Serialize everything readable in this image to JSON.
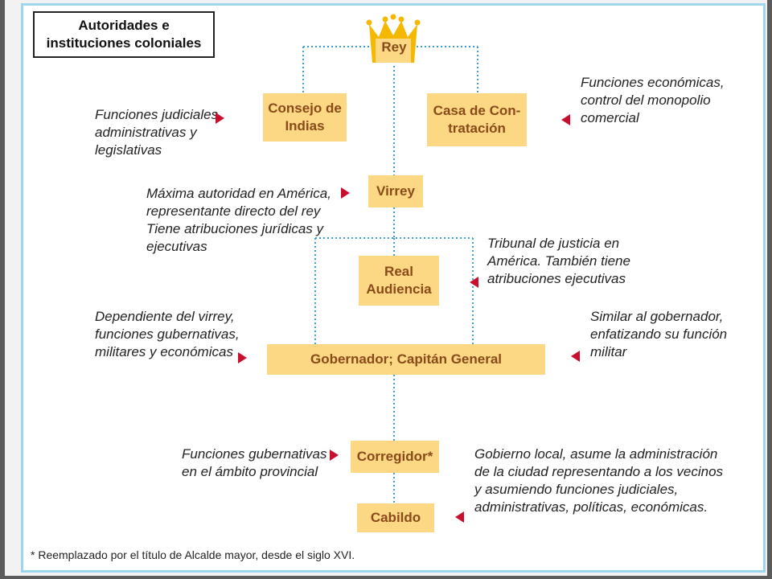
{
  "title": "Autoridades e instituciones coloniales",
  "nodes": {
    "rey": "Rey",
    "consejo": "Consejo de Indias",
    "casa": "Casa de Con-\ntratación",
    "virrey": "Virrey",
    "audiencia": "Real Audiencia",
    "gobernador": "Gobernador; Capitán General",
    "corregidor": "Corregidor*",
    "cabildo": "Cabildo"
  },
  "descriptions": {
    "consejo": "Funciones judiciales,\nadministrativas y\nlegislativas",
    "casa": "Funciones económicas,\ncontrol del monopolio\ncomercial",
    "virrey": "Máxima autoridad en América,\nrepresentante directo del rey\nTiene atribuciones jurídicas y\nejecutivas",
    "audiencia": "Tribunal de justicia en\nAmérica. También tiene\natribuciones ejecutivas",
    "gobernador_left": "Dependiente del virrey,\nfunciones gubernativas,\nmilitares y económicas",
    "gobernador_right": "Similar al gobernador,\nenfatizando su función\nmilitar",
    "corregidor": "Funciones gubernativas\nen el ámbito provincial",
    "cabildo": "Gobierno local, asume la administración\nde la ciudad representando a los vecinos\ny asumiendo funciones judiciales,\nadministrativas, políticas, económicas."
  },
  "footnote": "* Reemplazado por el título de Alcalde mayor, desde el siglo XVI.",
  "colors": {
    "node_fill": "#fcd884",
    "node_text": "#8a4a1a",
    "connector": "#3aa0d8",
    "arrow": "#c8102e",
    "crown": "#f5b800"
  }
}
